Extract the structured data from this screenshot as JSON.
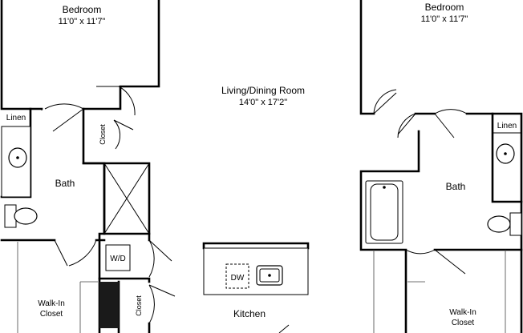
{
  "floorplan": {
    "rooms": {
      "bedroom_left": {
        "name": "Bedroom",
        "size": "11'0\" x 11'7\""
      },
      "bedroom_right": {
        "name": "Bedroom",
        "size": "11'0\" x 11'7\""
      },
      "living": {
        "name": "Living/Dining Room",
        "size": "14'0\" x 17'2\""
      },
      "bath_left": {
        "name": "Bath"
      },
      "bath_right": {
        "name": "Bath"
      },
      "linen_left": {
        "name": "Linen"
      },
      "linen_right": {
        "name": "Linen"
      },
      "closet_upper": {
        "name": "Closet"
      },
      "closet_lower": {
        "name": "Closet"
      },
      "walkin_left": {
        "line1": "Walk-In",
        "line2": "Closet"
      },
      "walkin_right": {
        "line1": "Walk-In",
        "line2": "Closet"
      },
      "kitchen": {
        "name": "Kitchen"
      }
    },
    "fixtures": {
      "washer_dryer": "W/D",
      "dishwasher": "DW"
    }
  }
}
